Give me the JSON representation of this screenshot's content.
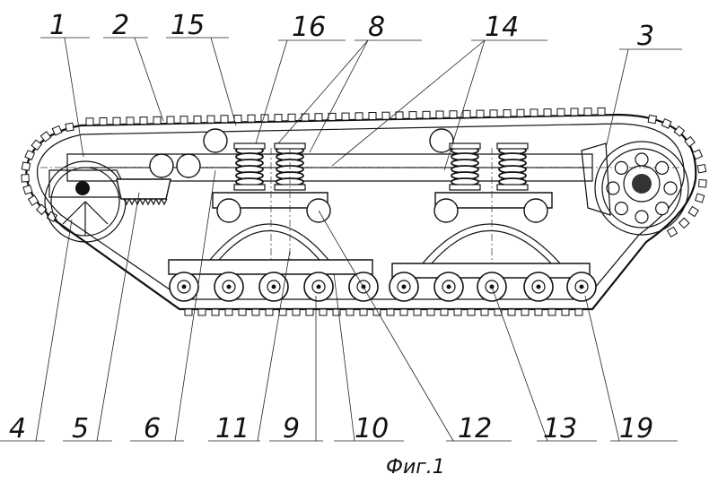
{
  "figure": {
    "caption": "Фиг.1",
    "top_labels": [
      "1",
      "2",
      "15",
      "16",
      "8",
      "14",
      "3"
    ],
    "bottom_labels": [
      "4",
      "5",
      "6",
      "11",
      "9",
      "10",
      "12",
      "13",
      "19"
    ]
  }
}
